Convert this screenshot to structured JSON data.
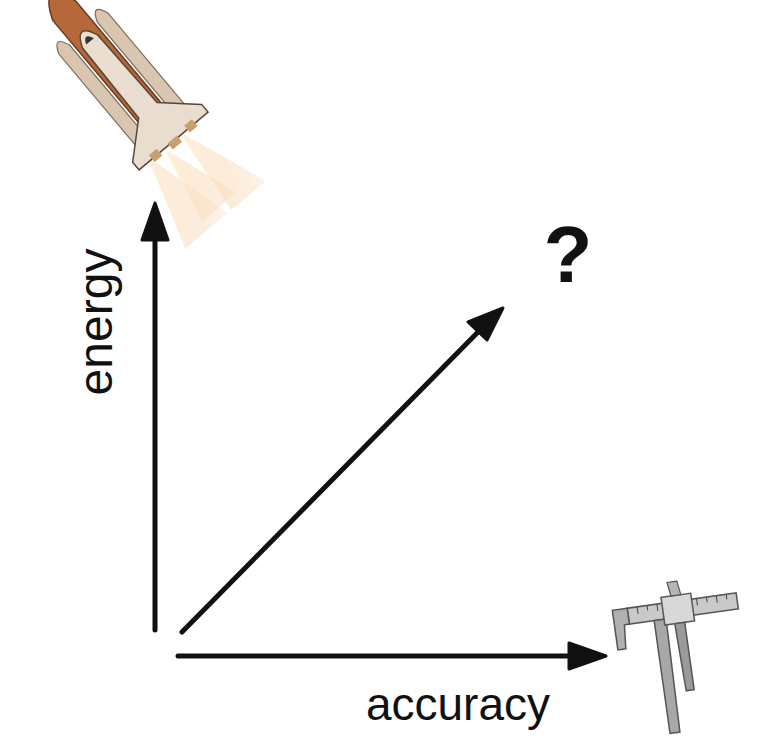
{
  "diagram": {
    "labels": [
      "energy",
      "accuracy",
      "?"
    ]
  }
}
